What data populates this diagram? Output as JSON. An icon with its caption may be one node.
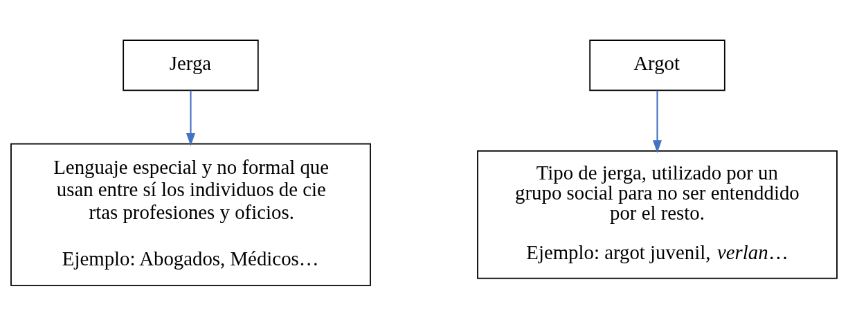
{
  "diagram": {
    "nodes": [
      {
        "text": [
          "Jerga"
        ]
      },
      {
        "text": [
          "Argot"
        ]
      },
      {
        "text": [
          "Lenguaje especial y no formal que usan entre sí los individuos de cie rtas profesiones y oficios.",
          "Ejemplo: Abogados, Médicos…"
        ]
      },
      {
        "text": [
          "Tipo de jerga, utilizado por un grupo social para no ser entenddido por el resto.",
          "Ejemplo: argot juvenil, *verlan*…"
        ]
      }
    ],
    "edges": [
      {
        "from": 0,
        "to": 2,
        "arrow": "to"
      },
      {
        "from": 1,
        "to": 3,
        "arrow": "to"
      }
    ]
  }
}
